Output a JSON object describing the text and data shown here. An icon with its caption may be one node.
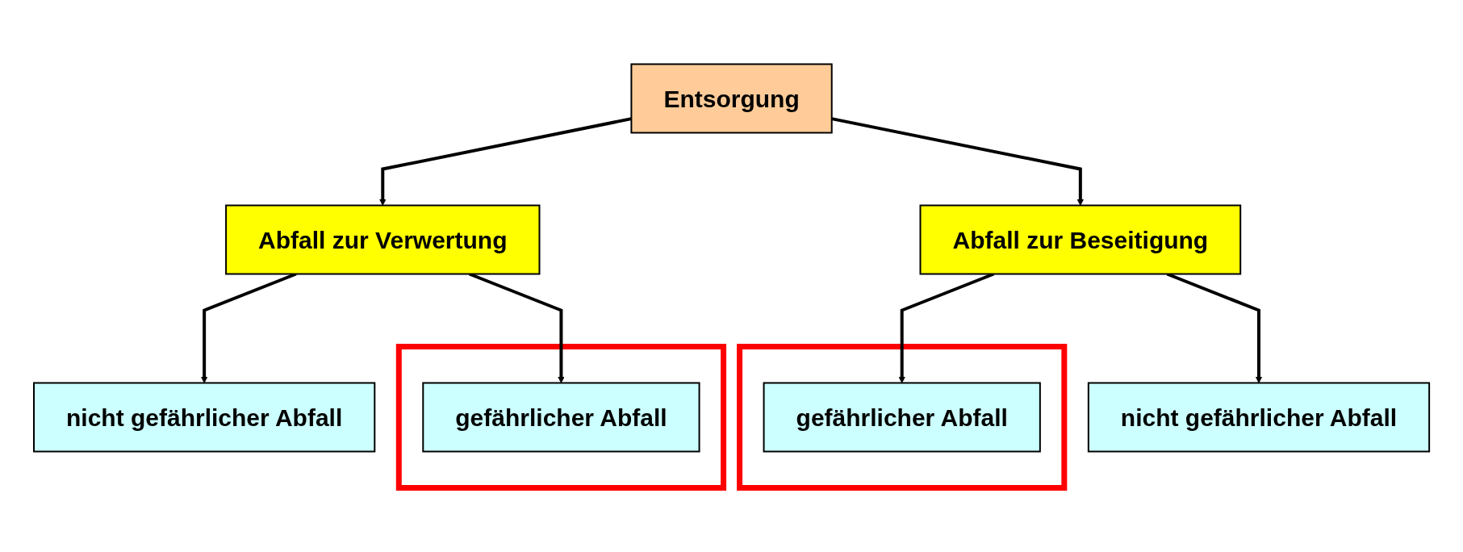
{
  "diagram": {
    "nodes": [
      {
        "text": [
          "Entsorgung"
        ]
      },
      {
        "text": [
          "Abfall zur Verwertung"
        ]
      },
      {
        "text": [
          "Abfall zur Beseitigung"
        ]
      },
      {
        "text": [
          "nicht gefährlicher Abfall"
        ]
      },
      {
        "text": [],
        "shape": "box"
      },
      {
        "text": [
          "gefährlicher Abfall"
        ],
        "in": 4
      },
      {
        "text": [],
        "shape": "box"
      },
      {
        "text": [
          "gefährlicher Abfall"
        ],
        "in": 6
      },
      {
        "text": [
          "nicht gefährlicher Abfall"
        ]
      }
    ],
    "edges": [
      {
        "from": 0,
        "to": 1,
        "arrow": "to"
      },
      {
        "from": 0,
        "to": 2,
        "arrow": "to"
      },
      {
        "from": 1,
        "to": 3,
        "arrow": "to"
      },
      {
        "from": 1,
        "to": 5,
        "arrow": "to"
      },
      {
        "from": 2,
        "to": 7,
        "arrow": "to"
      },
      {
        "from": 2,
        "to": 8,
        "arrow": "to"
      }
    ]
  }
}
